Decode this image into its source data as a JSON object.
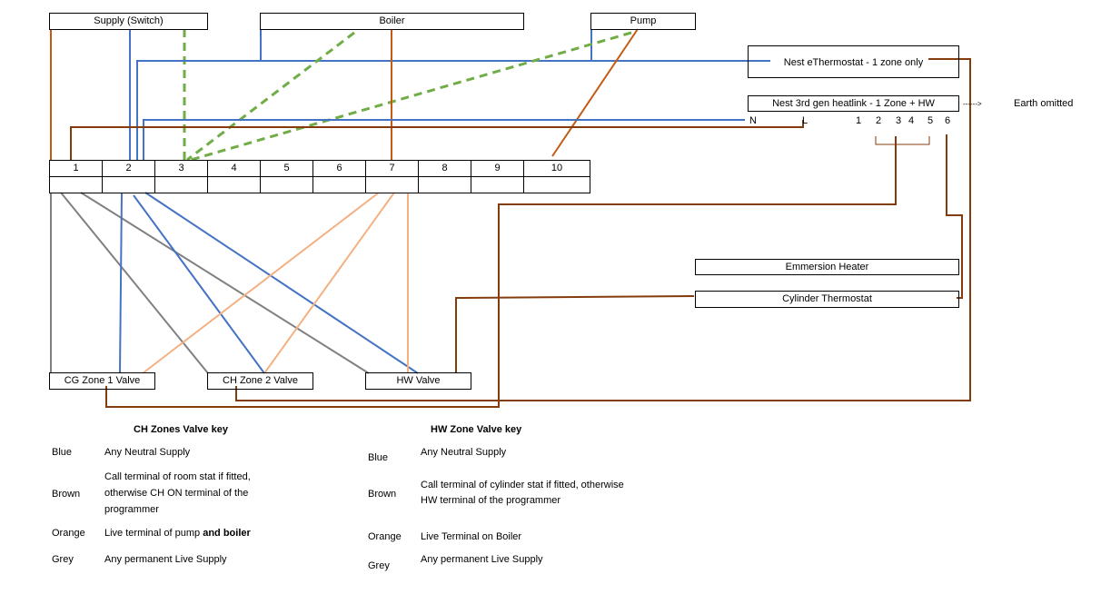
{
  "colors": {
    "blue": "#4472c4",
    "orange": "#c55a11",
    "brown": "#843c0c",
    "green_dashed": "#70ad47",
    "grey": "#808080",
    "light_orange": "#f4b183"
  },
  "components": {
    "supply": "Supply (Switch)",
    "boiler": "Boiler",
    "pump": "Pump",
    "nest_thermostat": "Nest eThermostat - 1 zone only",
    "heatlink": "Nest 3rd gen heatlink - 1 Zone + HW",
    "earth_arrow": "------>",
    "earth_note": "Earth omitted",
    "emmersion_heater": "Emmersion Heater",
    "cylinder_thermostat": "Cylinder Thermostat",
    "valve_cg_zone1": "CG Zone 1 Valve",
    "valve_ch_zone2": "CH Zone 2 Valve",
    "valve_hw": "HW Valve"
  },
  "heatlink_terminals": [
    "N",
    "L",
    "1",
    "2",
    "3",
    "4",
    "5",
    "6"
  ],
  "junction_terminals": [
    "1",
    "2",
    "3",
    "4",
    "5",
    "6",
    "7",
    "8",
    "9",
    "10"
  ],
  "ch_key": {
    "title": "CH Zones Valve key",
    "rows": [
      {
        "color": "Blue",
        "desc": "Any Neutral Supply"
      },
      {
        "color": "Brown",
        "desc": "Call terminal of room stat if fitted, otherwise CH ON terminal of the programmer"
      },
      {
        "color": "Orange",
        "desc": "Live terminal of pump ",
        "desc_bold": "and boiler"
      },
      {
        "color": "Grey",
        "desc": "Any permanent Live Supply"
      }
    ]
  },
  "hw_key": {
    "title": "HW Zone Valve key",
    "rows": [
      {
        "color": "Blue",
        "desc": "Any Neutral Supply"
      },
      {
        "color": "Brown",
        "desc": "Call terminal of cylinder stat if fitted, otherwise HW terminal of the programmer"
      },
      {
        "color": "Orange",
        "desc": "Live Terminal on Boiler"
      },
      {
        "color": "Grey",
        "desc": "Any permanent Live Supply"
      }
    ]
  }
}
